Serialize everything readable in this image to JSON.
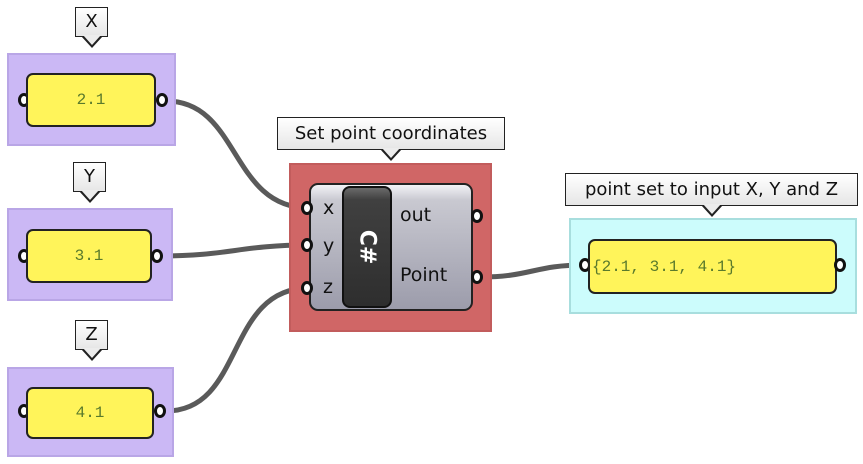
{
  "canvas": {
    "background": "#ffffff",
    "group_colors": {
      "input": "#cbb8f5",
      "component": "#d06666",
      "output": "#ccfcfc"
    },
    "panel_color": "#fff45a",
    "wire_color": "#5a5a5a"
  },
  "inputs": [
    {
      "name": "X",
      "value": "2.1"
    },
    {
      "name": "Y",
      "value": "3.1"
    },
    {
      "name": "Z",
      "value": "4.1"
    }
  ],
  "component": {
    "group_label": "Set point coordinates",
    "icon": "C#",
    "inputs": [
      "x",
      "y",
      "z"
    ],
    "outputs": [
      "out",
      "Point"
    ]
  },
  "output": {
    "group_label": "point set to input X, Y and Z",
    "value": "{2.1, 3.1, 4.1}"
  }
}
